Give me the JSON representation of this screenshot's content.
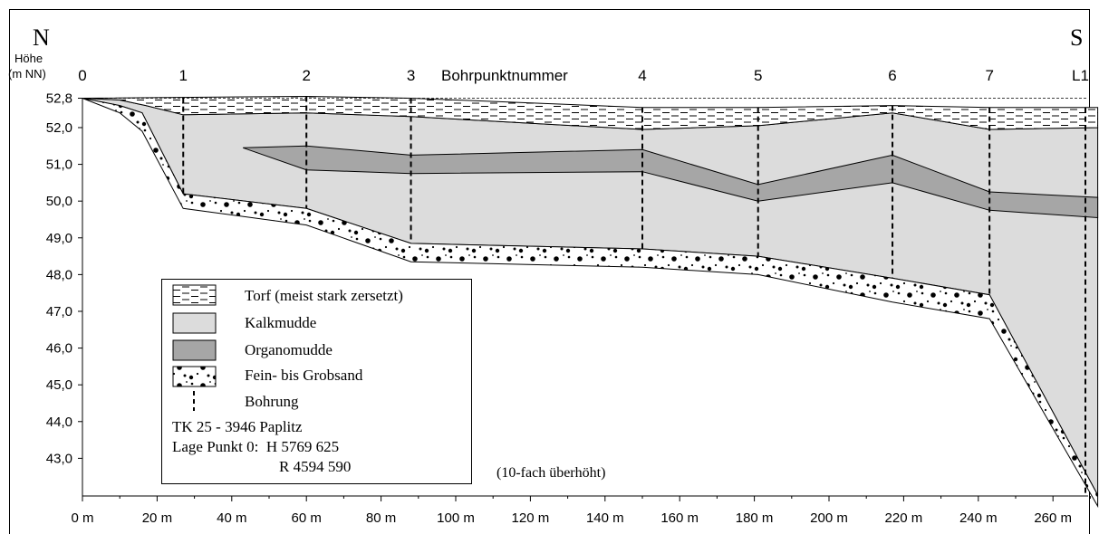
{
  "figure": {
    "compass_left": "N",
    "compass_right": "S",
    "y_axis_title_line1": "Höhe",
    "y_axis_title_line2": "(m NN)",
    "boreholes_title": "Bohrpunktnummer",
    "exaggeration_note": "(10-fach überhöht)"
  },
  "boreholes": [
    {
      "label": "0",
      "x_m": 0
    },
    {
      "label": "1",
      "x_m": 27
    },
    {
      "label": "2",
      "x_m": 60
    },
    {
      "label": "3",
      "x_m": 88
    },
    {
      "label": "4",
      "x_m": 150
    },
    {
      "label": "5",
      "x_m": 181
    },
    {
      "label": "6",
      "x_m": 217
    },
    {
      "label": "7",
      "x_m": 243
    },
    {
      "label": "L1",
      "x_m": 272
    }
  ],
  "axes": {
    "y_ticks": [
      "52,8",
      "52,0",
      "51,0",
      "50,0",
      "49,0",
      "48,0",
      "47,0",
      "46,0",
      "45,0",
      "44,0",
      "43,0"
    ],
    "y_tick_values": [
      52.8,
      52.0,
      51.0,
      50.0,
      49.0,
      48.0,
      47.0,
      46.0,
      45.0,
      44.0,
      43.0
    ],
    "x_ticks": [
      "0 m",
      "20 m",
      "40 m",
      "60 m",
      "80 m",
      "100 m",
      "120 m",
      "140 m",
      "160 m",
      "180 m",
      "200 m",
      "220 m",
      "240 m",
      "260 m"
    ],
    "x_tick_values": [
      0,
      20,
      40,
      60,
      80,
      100,
      120,
      140,
      160,
      180,
      200,
      220,
      240,
      260
    ],
    "x_range_m": [
      0,
      272
    ],
    "y_range_m": [
      42.0,
      52.8
    ]
  },
  "layers": {
    "torf_top": [
      [
        0,
        52.8
      ],
      [
        60,
        52.85
      ],
      [
        88,
        52.8
      ],
      [
        150,
        52.55
      ],
      [
        181,
        52.55
      ],
      [
        217,
        52.6
      ],
      [
        243,
        52.55
      ],
      [
        272,
        52.55
      ]
    ],
    "torf_base": [
      [
        10,
        52.75
      ],
      [
        17,
        52.6
      ],
      [
        27,
        52.35
      ],
      [
        60,
        52.4
      ],
      [
        88,
        52.3
      ],
      [
        150,
        51.95
      ],
      [
        181,
        52.05
      ],
      [
        217,
        52.4
      ],
      [
        243,
        51.95
      ],
      [
        272,
        52.0
      ]
    ],
    "organo_top": [
      [
        43,
        51.45
      ],
      [
        60,
        51.5
      ],
      [
        88,
        51.25
      ],
      [
        150,
        51.4
      ],
      [
        181,
        50.45
      ],
      [
        217,
        51.25
      ],
      [
        243,
        50.25
      ],
      [
        272,
        50.1
      ]
    ],
    "organo_base": [
      [
        43,
        51.45
      ],
      [
        60,
        50.85
      ],
      [
        88,
        50.75
      ],
      [
        150,
        50.8
      ],
      [
        181,
        50.0
      ],
      [
        217,
        50.5
      ],
      [
        243,
        49.75
      ],
      [
        272,
        49.55
      ]
    ],
    "sand_top": [
      [
        0,
        52.8
      ],
      [
        10,
        52.6
      ],
      [
        16,
        52.4
      ],
      [
        27,
        50.2
      ],
      [
        60,
        49.8
      ],
      [
        88,
        48.85
      ],
      [
        150,
        48.7
      ],
      [
        181,
        48.5
      ],
      [
        217,
        47.9
      ],
      [
        243,
        47.45
      ],
      [
        272,
        42.0
      ]
    ],
    "sand_base": [
      [
        0,
        52.8
      ],
      [
        10,
        52.4
      ],
      [
        16,
        51.9
      ],
      [
        27,
        49.8
      ],
      [
        60,
        49.35
      ],
      [
        88,
        48.35
      ],
      [
        150,
        48.2
      ],
      [
        181,
        48.0
      ],
      [
        217,
        47.25
      ],
      [
        243,
        46.8
      ],
      [
        272,
        41.7
      ]
    ]
  },
  "legend": {
    "items": [
      {
        "pattern": "torf",
        "label": "Torf (meist stark zersetzt)"
      },
      {
        "pattern": "kalkmudde",
        "label": "Kalkmudde"
      },
      {
        "pattern": "organomudde",
        "label": "Organomudde"
      },
      {
        "pattern": "sand",
        "label": "Fein- bis Grobsand"
      },
      {
        "pattern": "bohrung",
        "label": "Bohrung"
      }
    ],
    "location_line1": "TK 25 - 3946 Paplitz",
    "location_line2": "Lage Punkt 0:  H 5769 625",
    "location_line3": "R 4594 590"
  },
  "colors": {
    "kalkmudde": "#dcdcdc",
    "organomudde": "#a6a6a6",
    "line": "#000000"
  }
}
